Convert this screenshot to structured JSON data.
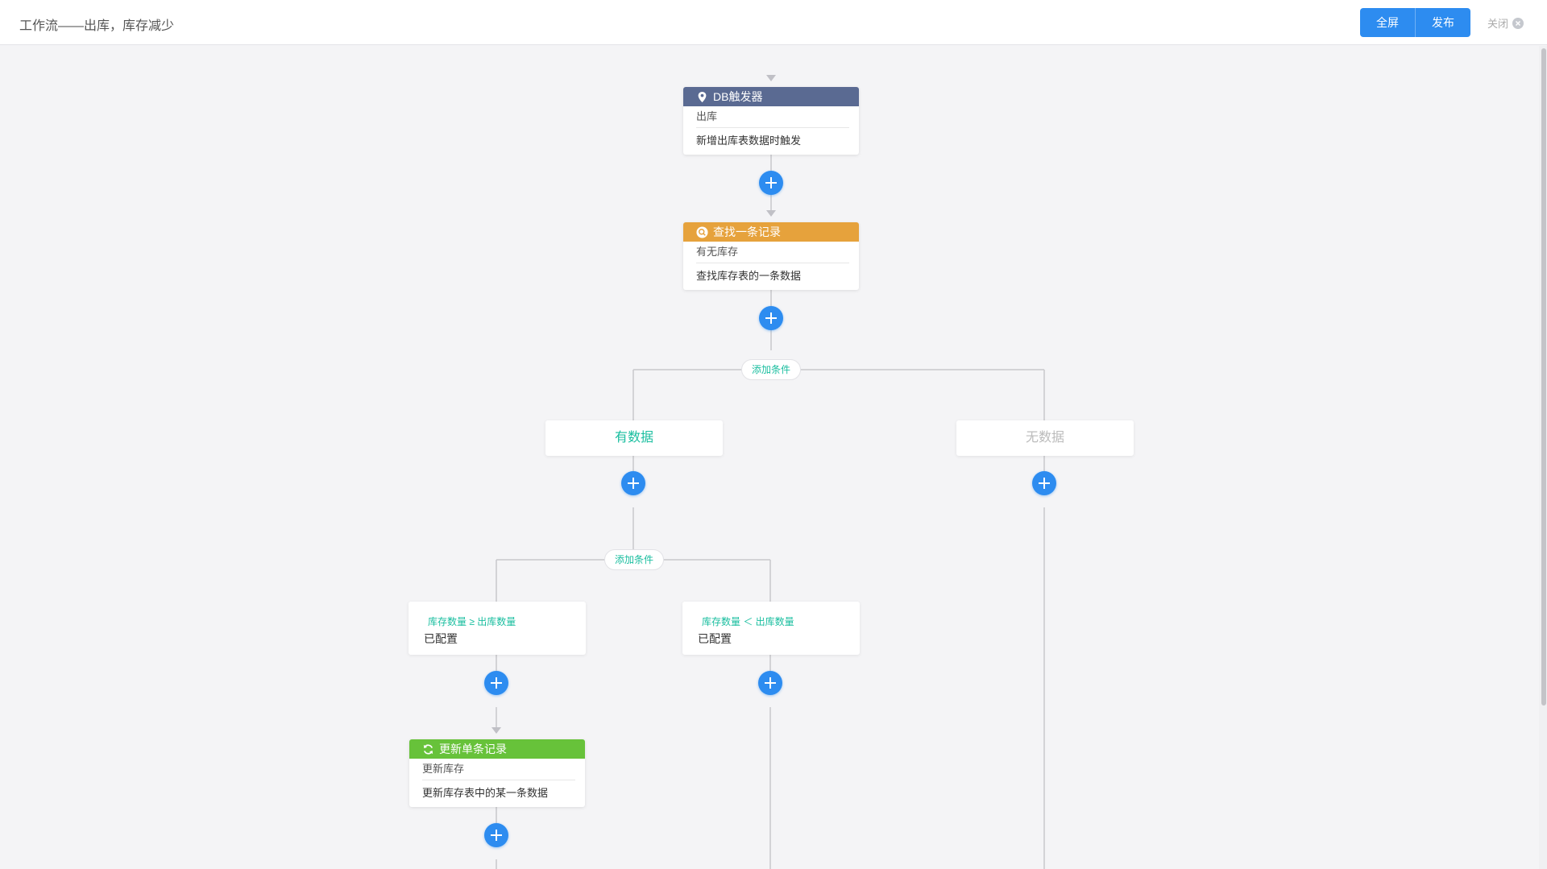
{
  "header": {
    "title": "工作流——出库，库存减少",
    "fullscreen_label": "全屏",
    "publish_label": "发布",
    "close_label": "关闭"
  },
  "colors": {
    "primary": "#2d8cf0",
    "trigger_head": "#5a6a92",
    "find_head": "#e6a23c",
    "update_head": "#67c23a",
    "accent_text": "#19be9f",
    "muted_text": "#bbbbbb"
  },
  "flow": {
    "trigger": {
      "icon": "map-pin-icon",
      "title": "DB触发器",
      "subtitle": "出库",
      "description": "新增出库表数据时触发"
    },
    "find": {
      "icon": "search-icon",
      "title": "查找一条记录",
      "subtitle": "有无库存",
      "description": "查找库存表的一条数据"
    },
    "add_condition_top": "添加条件",
    "branches": {
      "has_data": "有数据",
      "no_data": "无数据"
    },
    "add_condition_inner": "添加条件",
    "conditions": [
      {
        "expression": "库存数量 ≥ 出库数量",
        "status": "已配置"
      },
      {
        "expression": "库存数量 ＜ 出库数量",
        "status": "已配置"
      }
    ],
    "update": {
      "icon": "refresh-icon",
      "title": "更新单条记录",
      "subtitle": "更新库存",
      "description": "更新库存表中的某一条数据"
    }
  }
}
